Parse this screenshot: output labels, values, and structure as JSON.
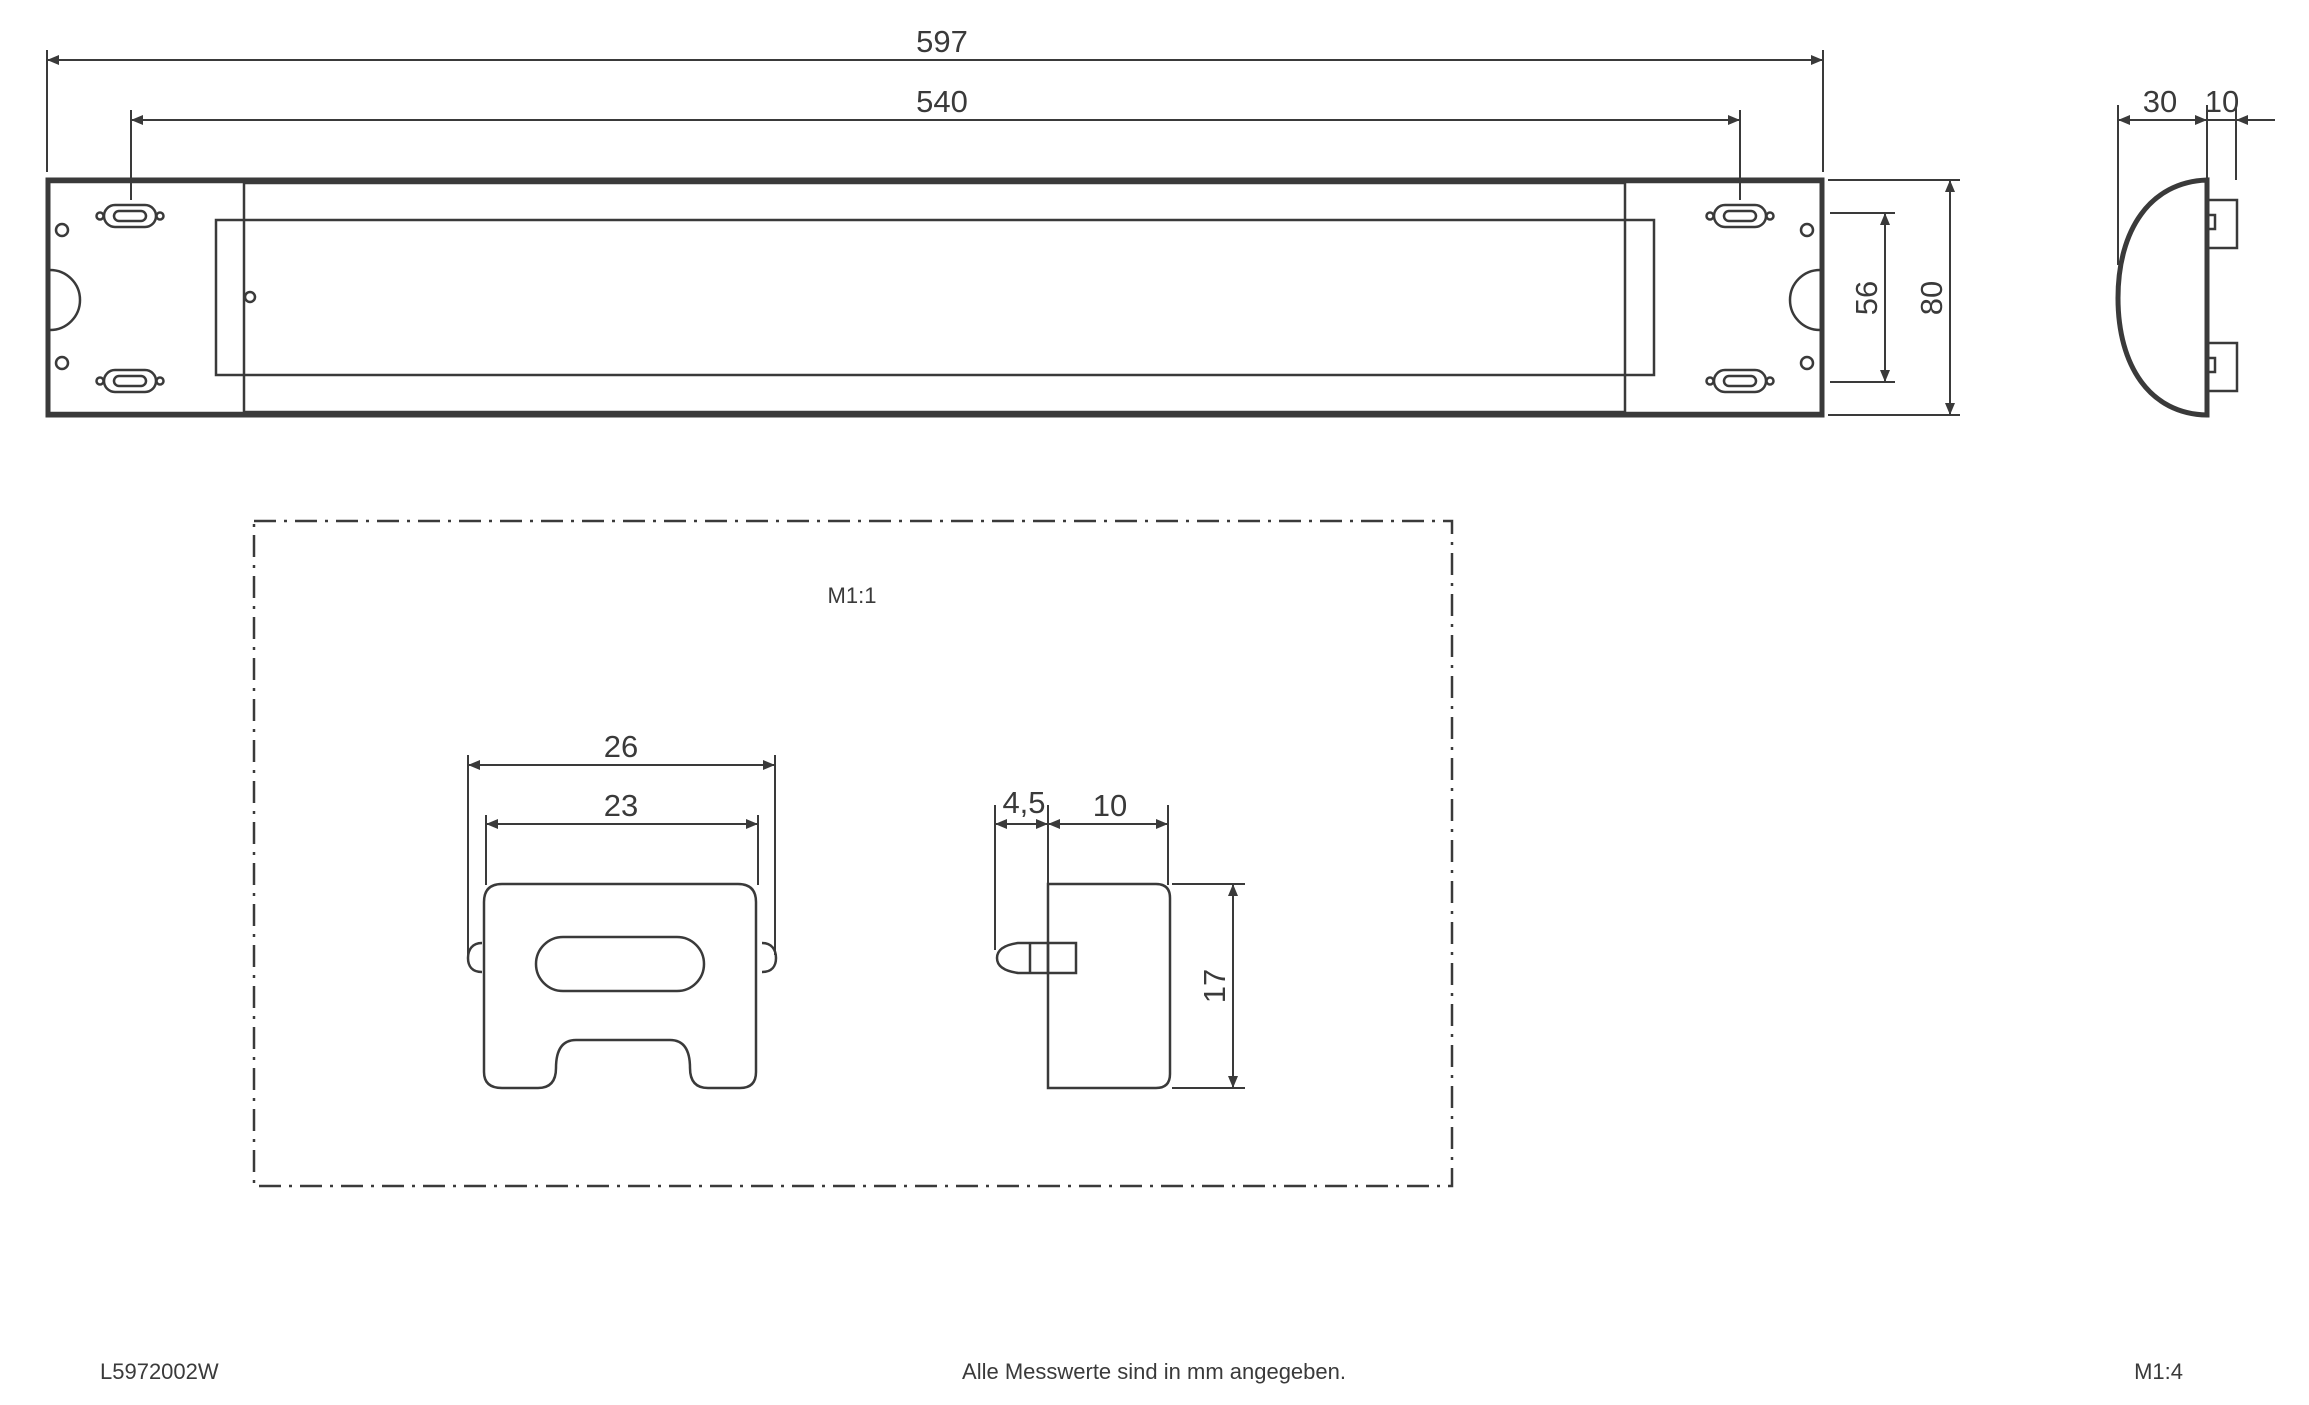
{
  "top_view": {
    "dim_overall_length": "597",
    "dim_mounting_length": "540",
    "dim_inner_height": "56",
    "dim_overall_height": "80"
  },
  "side_view": {
    "dim_depth": "30",
    "dim_offset": "10"
  },
  "detail": {
    "scale_label": "M1:1",
    "clip_dim_outer": "26",
    "clip_dim_inner": "23",
    "side_dim_pin": "4,5",
    "side_dim_body": "10",
    "side_dim_height": "17"
  },
  "footer": {
    "article_number": "L5972002W",
    "units_note": "Alle Messwerte sind in mm angegeben.",
    "scale": "M1:4"
  }
}
